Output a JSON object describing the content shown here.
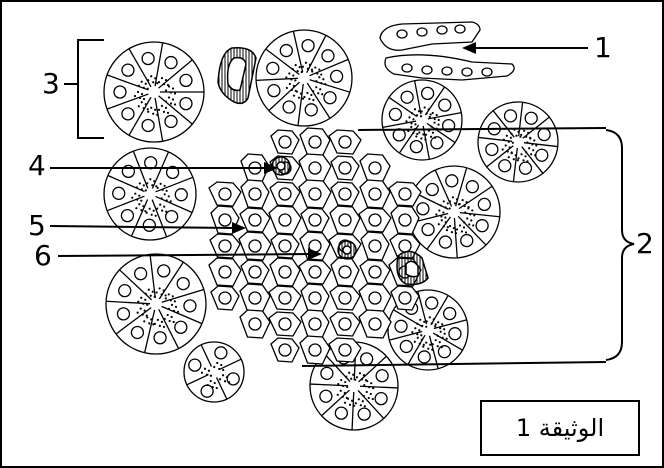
{
  "labels": {
    "l1": "1",
    "l2": "2",
    "l3": "3",
    "l4": "4",
    "l5": "5",
    "l6": "6"
  },
  "document_caption": "الوثيقة 1",
  "colors": {
    "line": "#000000",
    "background": "#ffffff"
  }
}
